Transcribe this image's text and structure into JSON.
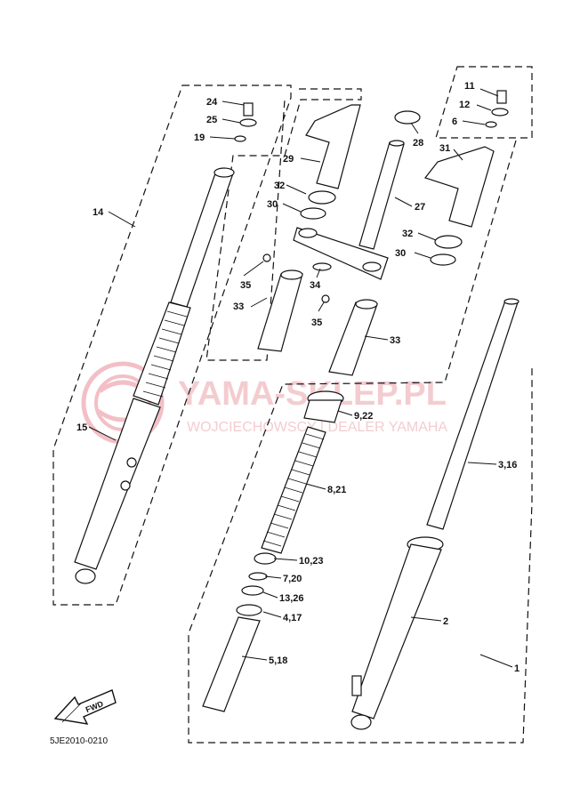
{
  "watermark": {
    "title": "YAMA-SKLEP.PL",
    "subtitle": "WOJCIECHOWSCY | DEALER YAMAHA",
    "color": "#e8a0a8"
  },
  "diagram_code": "5JE2010-0210",
  "fwd_label": "FWD",
  "callouts": [
    "1",
    "2",
    "3,16",
    "4,17",
    "5,18",
    "6",
    "7,20",
    "8,21",
    "9,22",
    "10,23",
    "11",
    "12",
    "13,26",
    "14",
    "15",
    "19",
    "24",
    "25",
    "27",
    "28",
    "29",
    "30",
    "30",
    "31",
    "32",
    "32",
    "33",
    "33",
    "34",
    "35",
    "35"
  ]
}
